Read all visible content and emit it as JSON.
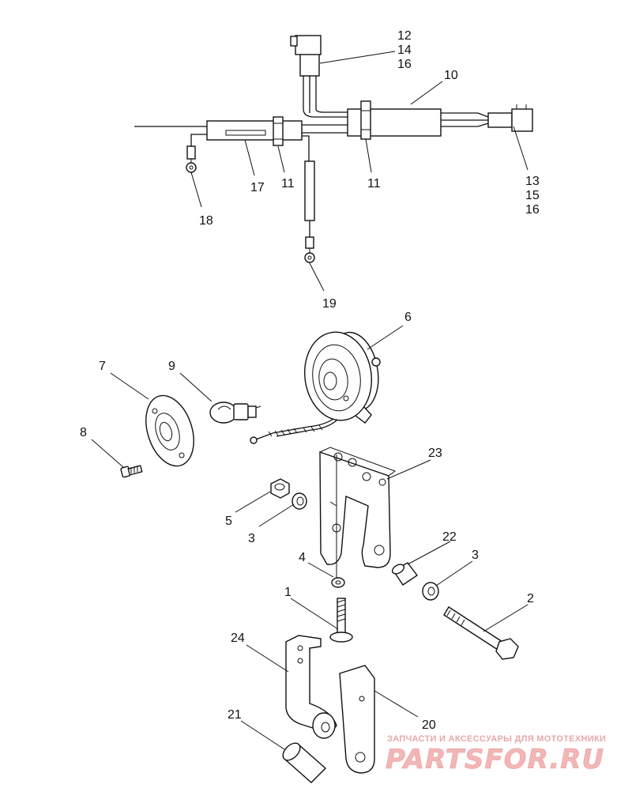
{
  "diagram": {
    "callouts": [
      {
        "id": "c1",
        "text": "1"
      },
      {
        "id": "c2",
        "text": "2"
      },
      {
        "id": "c3a",
        "text": "3"
      },
      {
        "id": "c3b",
        "text": "3"
      },
      {
        "id": "c4",
        "text": "4"
      },
      {
        "id": "c5",
        "text": "5"
      },
      {
        "id": "c6",
        "text": "6"
      },
      {
        "id": "c7",
        "text": "7"
      },
      {
        "id": "c8",
        "text": "8"
      },
      {
        "id": "c9",
        "text": "9"
      },
      {
        "id": "c10",
        "text": "10"
      },
      {
        "id": "c11a",
        "text": "11"
      },
      {
        "id": "c11b",
        "text": "11"
      },
      {
        "id": "c12",
        "text": "12"
      },
      {
        "id": "c14a",
        "text": "14"
      },
      {
        "id": "c16a",
        "text": "16"
      },
      {
        "id": "c13",
        "text": "13"
      },
      {
        "id": "c15",
        "text": "15"
      },
      {
        "id": "c16b",
        "text": "16"
      },
      {
        "id": "c17",
        "text": "17"
      },
      {
        "id": "c18",
        "text": "18"
      },
      {
        "id": "c19",
        "text": "19"
      },
      {
        "id": "c20",
        "text": "20"
      },
      {
        "id": "c21",
        "text": "21"
      },
      {
        "id": "c22",
        "text": "22"
      },
      {
        "id": "c23",
        "text": "23"
      },
      {
        "id": "c24",
        "text": "24"
      }
    ]
  },
  "watermark": {
    "subtitle": "ЗАПЧАСТИ И АКСЕССУАРЫ ДЛЯ МОТОТЕХНИКИ",
    "brand": "PARTSFOR.RU"
  },
  "colors": {
    "line": "#111111",
    "background": "#ffffff",
    "watermark": "#f2b6b6"
  }
}
